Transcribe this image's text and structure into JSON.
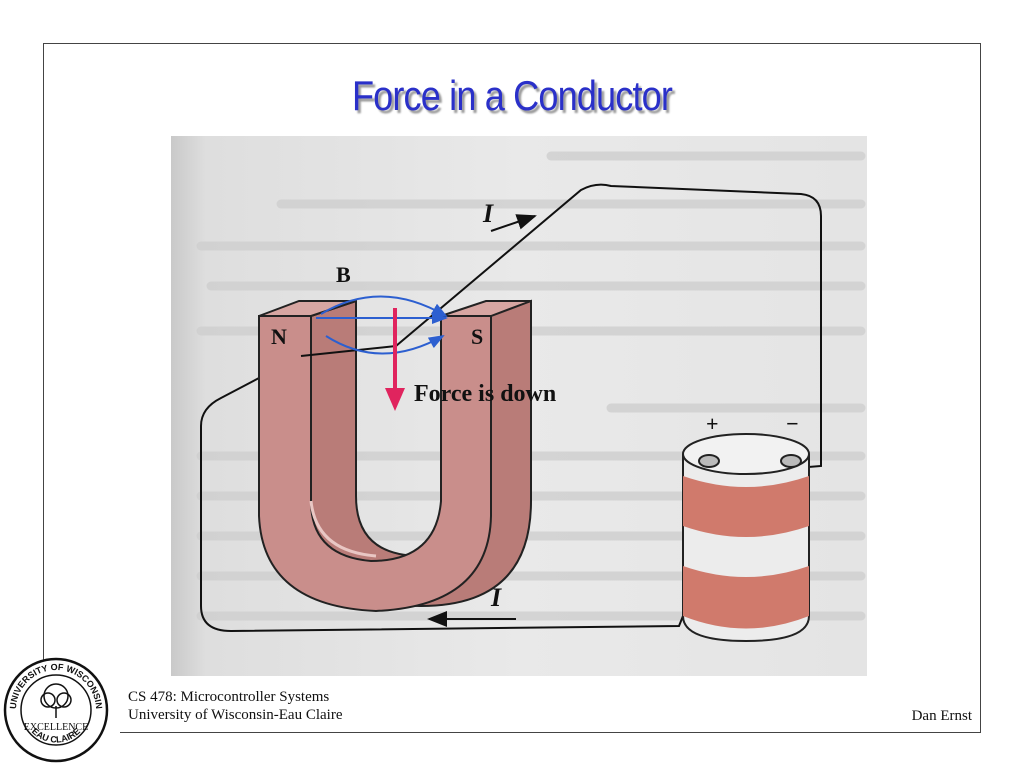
{
  "slide": {
    "title": "Force in a Conductor"
  },
  "figure": {
    "label_current_top": "I",
    "label_current_bottom": "I",
    "label_field": "B",
    "label_north": "N",
    "label_south": "S",
    "label_force": "Force is down",
    "label_plus": "+",
    "label_minus": "−"
  },
  "footer": {
    "course": "CS 478: Microcontroller Systems",
    "university": "University of Wisconsin-Eau Claire",
    "author": "Dan Ernst"
  },
  "seal": {
    "text_top": "UNIVERSITY OF WISCONSIN",
    "text_bottom": "EAU CLAIRE",
    "text_center": "EXCELLENCE"
  },
  "colors": {
    "title": "#2a30c9",
    "magnet": "#c98e8b",
    "force_arrow": "#e0245e",
    "field_lines": "#2c5fd0",
    "battery_band": "#d07a6c"
  }
}
